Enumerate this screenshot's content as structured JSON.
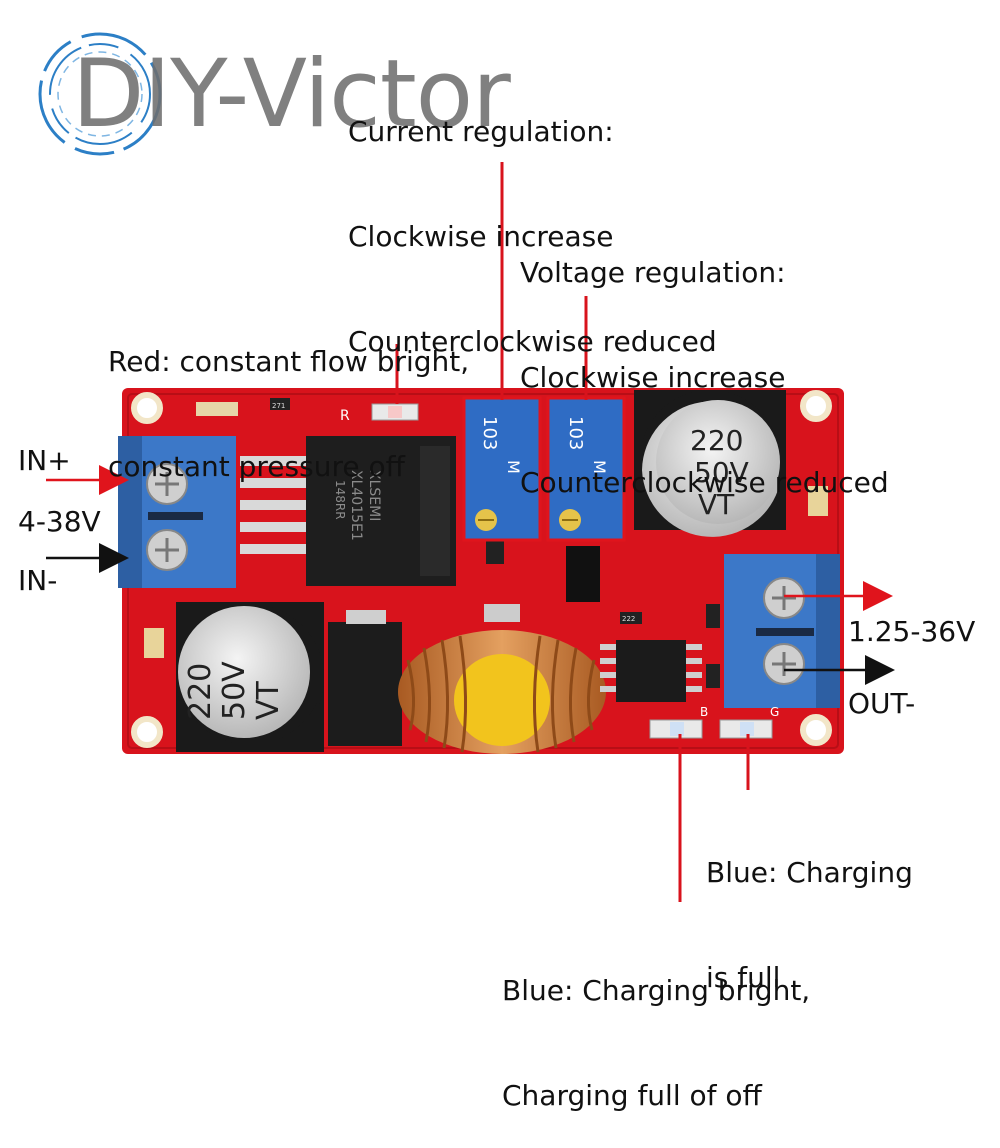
{
  "watermark": {
    "text": "DIY-Victor"
  },
  "annotations": {
    "current_regulation": [
      "Current regulation:",
      "Clockwise increase",
      "Counterclockwise reduced"
    ],
    "voltage_regulation": [
      "Voltage regulation:",
      "Clockwise increase",
      "Counterclockwise reduced"
    ],
    "red_led": [
      "Red: constant flow bright,",
      "constant pressure off"
    ],
    "in_plus": "IN+",
    "input_range": "4-38V",
    "in_minus": "IN-",
    "output_range": "1.25-36V",
    "out_minus": "OUT-",
    "blue_full": [
      "Blue: Charging",
      "is full"
    ],
    "blue_charging": [
      "Blue: Charging bright,",
      "Charging full of off"
    ]
  },
  "board_markings": {
    "ic_label": "XLSEMI",
    "ic_part": "XL4015E1",
    "ic_code": "148RR",
    "pot1_code": "103",
    "pot1_letter": "M",
    "pot2_code": "103",
    "pot2_letter": "M",
    "cap_top": [
      "220",
      "50V",
      "VT"
    ],
    "cap_bottom": [
      "220",
      "50V",
      "VT"
    ],
    "silk_r": "R",
    "silk_b": "B",
    "silk_g": "G",
    "res_271": "271",
    "res_222": "222"
  },
  "colors": {
    "board": "#d8131c",
    "terminal": "#3c78c8",
    "arrow_red": "#e0141c",
    "arrow_black": "#111111",
    "callout_line": "#d8131c",
    "coil_copper": "#c07a3a",
    "core_yellow": "#f2c41d"
  }
}
